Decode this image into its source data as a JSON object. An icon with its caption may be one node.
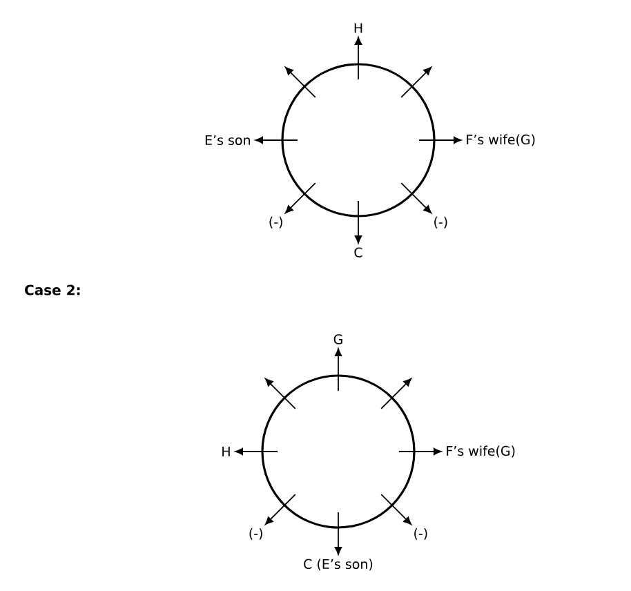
{
  "diagram": {
    "nodes": [
      {
        "text": [],
        "shape": "circle"
      },
      {
        "text": [
          "H"
        ]
      },
      {
        "text": [
          "F’s wife(G)"
        ]
      },
      {
        "text": [
          "(-)"
        ]
      },
      {
        "text": [
          "C"
        ]
      },
      {
        "text": [
          "(-)"
        ]
      },
      {
        "text": [
          "E’s son"
        ]
      },
      {
        "text": [],
        "shape": "circle"
      },
      {
        "text": [
          "G"
        ]
      },
      {
        "text": [
          "F’s wife(G)"
        ]
      },
      {
        "text": [
          "(-)"
        ]
      },
      {
        "text": [
          "C (E’s son)"
        ]
      },
      {
        "text": [
          "(-)"
        ]
      },
      {
        "text": [
          "H"
        ]
      }
    ],
    "edges": [
      {
        "from": 0,
        "to": 1,
        "arrow": "to"
      },
      {
        "from": 0,
        "to": null,
        "arrow": "to"
      },
      {
        "from": 0,
        "to": 2,
        "arrow": "to"
      },
      {
        "from": 0,
        "to": 3,
        "arrow": "to"
      },
      {
        "from": 0,
        "to": 4,
        "arrow": "to"
      },
      {
        "from": 0,
        "to": 5,
        "arrow": "to"
      },
      {
        "from": 0,
        "to": 6,
        "arrow": "to"
      },
      {
        "from": 0,
        "to": null,
        "arrow": "to"
      },
      {
        "from": 7,
        "to": 8,
        "arrow": "to"
      },
      {
        "from": 7,
        "to": null,
        "arrow": "to"
      },
      {
        "from": 7,
        "to": 9,
        "arrow": "to"
      },
      {
        "from": 7,
        "to": 10,
        "arrow": "to"
      },
      {
        "from": 7,
        "to": 11,
        "arrow": "to"
      },
      {
        "from": 7,
        "to": 12,
        "arrow": "to"
      },
      {
        "from": 7,
        "to": 13,
        "arrow": "to"
      },
      {
        "from": 7,
        "to": null,
        "arrow": "to"
      }
    ],
    "labels": [
      "Case 2:"
    ]
  }
}
